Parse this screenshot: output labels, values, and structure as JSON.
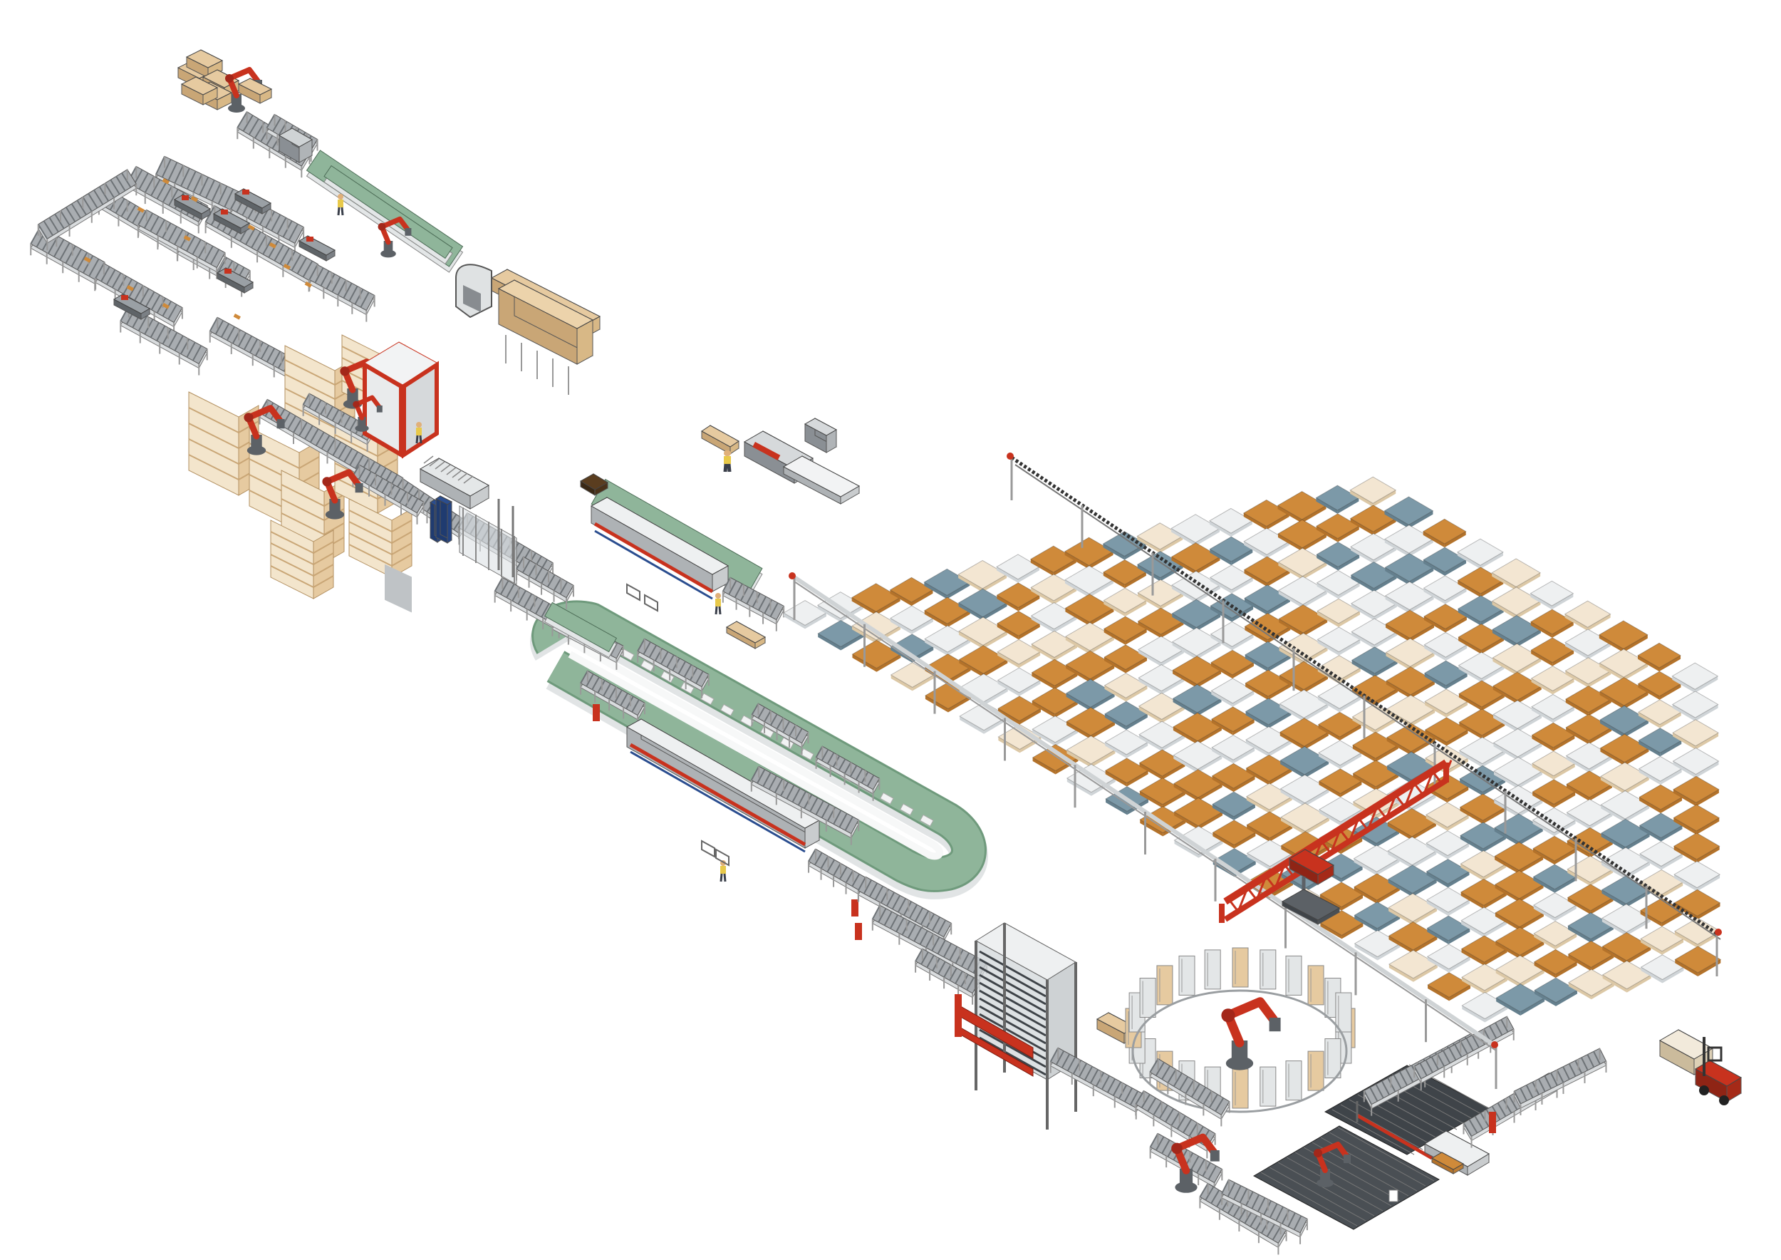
{
  "diagram": {
    "kind": "isometric-factory-layout",
    "colors": {
      "background": "#ffffff",
      "conveyor_green": "#8fb59a",
      "conveyor_green_dark": "#6f9a7c",
      "roller_gray": "#a9adb1",
      "roller_dark": "#6d7276",
      "frame_light": "#e9ebec",
      "wood": "#e6caa0",
      "wood_dark": "#c9a676",
      "board_orange": "#cf8a3a",
      "board_orange_dark": "#b3722a",
      "board_blue": "#7c99a8",
      "board_blue_dark": "#65808e",
      "board_white": "#eef0f1",
      "board_white_dark": "#cfd4d7",
      "robot_red": "#c8321e",
      "robot_gray": "#5c6166",
      "machine_blue": "#2a4d8f",
      "steel": "#8a8f94",
      "glass_dark": "#555a5f"
    },
    "components": [
      {
        "id": "top-robot-cell",
        "type": "robot-cell",
        "icon": "robot-arm-icon"
      },
      {
        "id": "top-feed-conveyor",
        "type": "conveyor"
      },
      {
        "id": "top-left-sorting-loop",
        "type": "roller-conveyor-loop"
      },
      {
        "id": "shelf-rack-group",
        "type": "storage-racks",
        "icon": "robot-arm-icon"
      },
      {
        "id": "red-cabinet-machine",
        "type": "machine"
      },
      {
        "id": "packaging-station",
        "type": "machine"
      },
      {
        "id": "carton-stack",
        "type": "storage"
      },
      {
        "id": "small-edge-bander",
        "type": "machine"
      },
      {
        "id": "long-processing-line-upper",
        "type": "processing-line"
      },
      {
        "id": "green-loop-conveyor",
        "type": "conveyor-loop"
      },
      {
        "id": "long-processing-line-lower",
        "type": "processing-line"
      },
      {
        "id": "vertical-buffer-tower",
        "type": "buffer-storage"
      },
      {
        "id": "circular-rack-robot",
        "type": "robot-cell",
        "icon": "robot-arm-icon"
      },
      {
        "id": "cutting-saw-station",
        "type": "machine"
      },
      {
        "id": "panel-warehouse-grid",
        "type": "panel-storage"
      },
      {
        "id": "gantry-crane",
        "type": "crane",
        "icon": "gantry-crane-icon"
      },
      {
        "id": "forklift",
        "type": "vehicle",
        "icon": "forklift-icon"
      },
      {
        "id": "operators",
        "type": "people",
        "icon": "worker-icon"
      }
    ]
  }
}
